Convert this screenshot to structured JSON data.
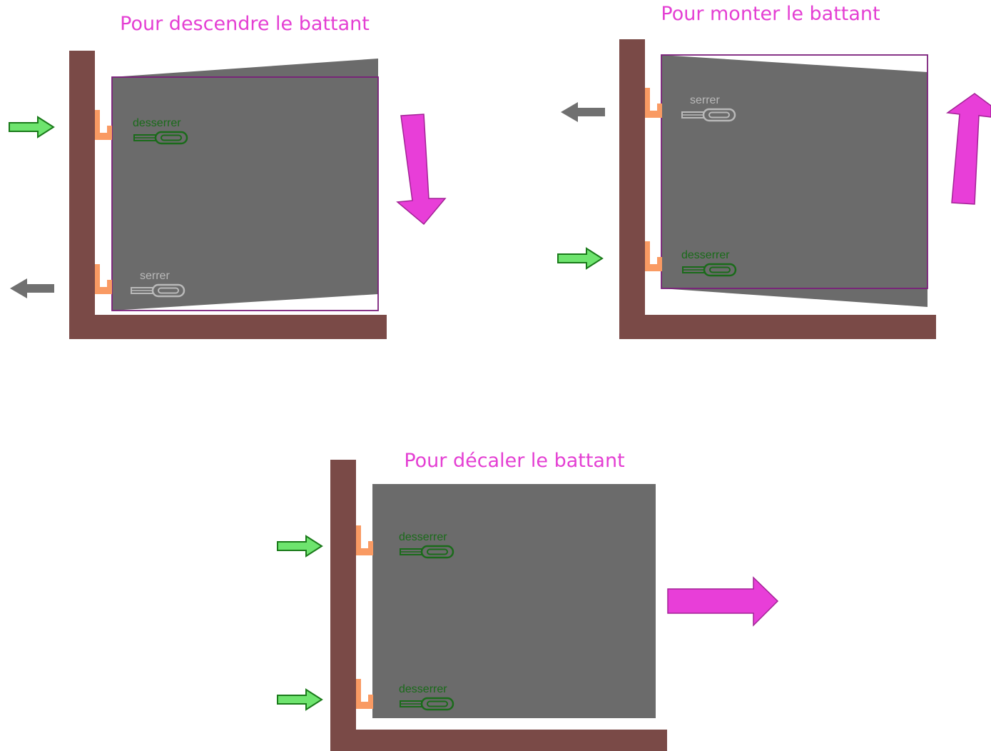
{
  "colors": {
    "title": "#e43fd3",
    "frame": "#7a4a47",
    "panel": "#6b6b6b",
    "panel_outline": "#7a1f7a",
    "hinge": "#f99a63",
    "loosen": "#1a6b1a",
    "tighten": "#b9b9b9",
    "arrow_green": "#6ee46e",
    "arrow_gray": "#707070",
    "arrow_magenta": "#e83ed8"
  },
  "icons": {
    "hinge": "hinge-icon",
    "screwdriver": "screwdriver-icon",
    "push_arrow": "arrow-right-icon",
    "pull_arrow": "arrow-left-icon",
    "movement_arrow": "arrow-icon"
  },
  "panels": {
    "lower": {
      "title": "Pour descendre le battant",
      "top_label": "desserrer",
      "bottom_label": "serrer"
    },
    "raise": {
      "title": "Pour monter le battant",
      "top_label": "serrer",
      "bottom_label": "desserrer"
    },
    "shift": {
      "title": "Pour décaler le battant",
      "top_label": "desserrer",
      "bottom_label": "desserrer"
    }
  }
}
